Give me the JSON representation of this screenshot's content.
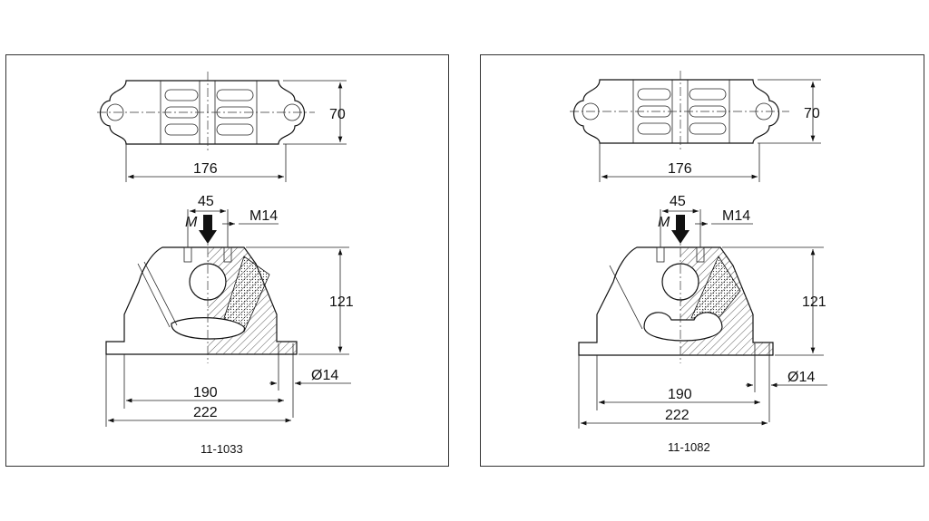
{
  "drawings": [
    {
      "id": "11-1033",
      "caption": "11-1033",
      "dimensions": {
        "length_overall_top": "176",
        "width_top": "70",
        "bolt_spacing": "45",
        "thread": "M14",
        "height": "121",
        "hole_diameter": "Ø14",
        "hole_center_distance": "190",
        "base_length": "222"
      },
      "load_label": "M"
    },
    {
      "id": "11-1082",
      "caption": "11-1082",
      "dimensions": {
        "length_overall_top": "176",
        "width_top": "70",
        "bolt_spacing": "45",
        "thread": "M14",
        "height": "121",
        "hole_diameter": "Ø14",
        "hole_center_distance": "190",
        "base_length": "222"
      },
      "load_label": "M"
    }
  ]
}
